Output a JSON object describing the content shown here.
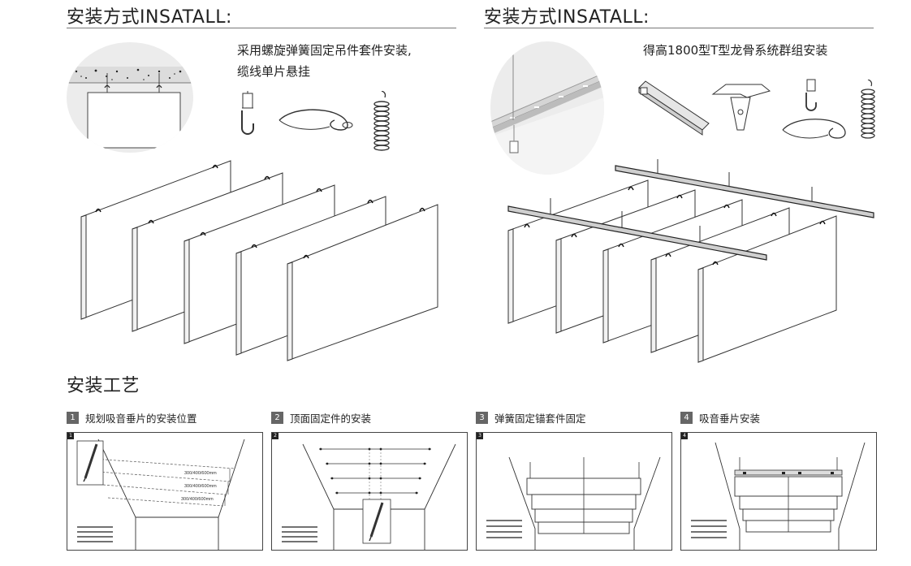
{
  "left_panel": {
    "title": "安装方式INSATALL:",
    "caption_lines": [
      "采用螺旋弹簧固定吊件套件安装,",
      "缆线单片悬挂"
    ],
    "icons": [
      "hook-clip-icon",
      "steel-cable-icon",
      "spring-coil-icon"
    ]
  },
  "right_panel": {
    "title": "安装方式INSATALL:",
    "caption": "得高1800型T型龙骨系统群组安装",
    "icons": [
      "t-bar-rail-icon",
      "t-bar-clip-icon",
      "hook-clip-icon",
      "steel-cable-icon",
      "spring-coil-icon"
    ]
  },
  "process": {
    "title": "安装工艺",
    "steps": [
      {
        "num": "1",
        "label": "规划吸音垂片的安装位置",
        "dims": [
          "300/400/600mm",
          "300/400/600mm",
          "300/400/600mm"
        ]
      },
      {
        "num": "2",
        "label": "顶面固定件的安装"
      },
      {
        "num": "3",
        "label": "弹簧固定锚套件固定"
      },
      {
        "num": "4",
        "label": "吸音垂片安装"
      }
    ]
  },
  "colors": {
    "line": "#333333",
    "panel_fill": "#ffffff",
    "circle_bg": "#ececec",
    "rule": "#777777",
    "badge": "#666666"
  }
}
